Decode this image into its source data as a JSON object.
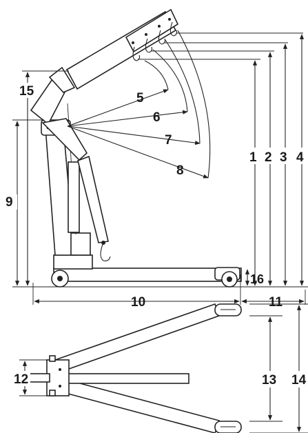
{
  "labels": {
    "d1": "1",
    "d2": "2",
    "d3": "3",
    "d4": "4",
    "d5": "5",
    "d6": "6",
    "d7": "7",
    "d8": "8",
    "d9": "9",
    "d10": "10",
    "d11": "11",
    "d12": "12",
    "d13": "13",
    "d14": "14",
    "d15": "15",
    "d16": "16"
  }
}
